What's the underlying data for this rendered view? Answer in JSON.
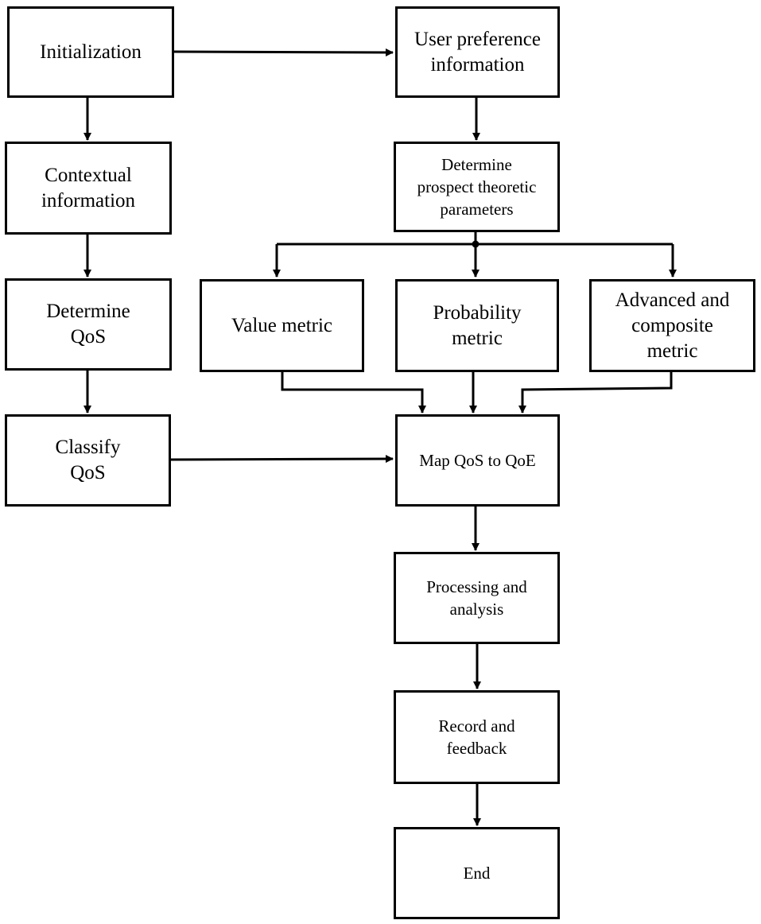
{
  "diagram": {
    "type": "flowchart",
    "nodes": {
      "initialization": "Initialization",
      "user_preference": "User preference\ninformation",
      "contextual": "Contextual\ninformation",
      "determine_params": "Determine\nprospect theoretic\nparameters",
      "determine_qos": "Determine\nQoS",
      "value_metric": "Value metric",
      "probability_metric": "Probability\nmetric",
      "advanced_metric": "Advanced and\ncomposite\nmetric",
      "classify_qos": "Classify\nQoS",
      "map_qos": "Map QoS to QoE",
      "processing": "Processing and\nanalysis",
      "record": "Record and\nfeedback",
      "end": "End"
    },
    "edges": [
      [
        "initialization",
        "user_preference"
      ],
      [
        "initialization",
        "contextual"
      ],
      [
        "user_preference",
        "determine_params"
      ],
      [
        "contextual",
        "determine_qos"
      ],
      [
        "determine_params",
        "value_metric"
      ],
      [
        "determine_params",
        "probability_metric"
      ],
      [
        "determine_params",
        "advanced_metric"
      ],
      [
        "determine_qos",
        "classify_qos"
      ],
      [
        "value_metric",
        "map_qos"
      ],
      [
        "probability_metric",
        "map_qos"
      ],
      [
        "advanced_metric",
        "map_qos"
      ],
      [
        "classify_qos",
        "map_qos"
      ],
      [
        "map_qos",
        "processing"
      ],
      [
        "processing",
        "record"
      ],
      [
        "record",
        "end"
      ]
    ]
  }
}
